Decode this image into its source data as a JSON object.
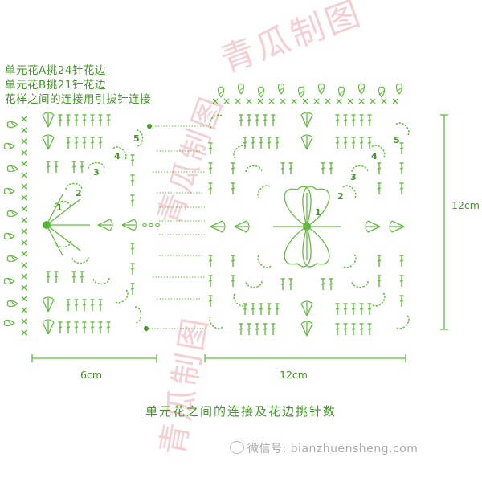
{
  "legend": [
    "单元花A挑24针花边",
    "单元花B挑21针花边",
    "花样之间的连接用引拔针连接"
  ],
  "round_labels": {
    "left": [
      "1",
      "2",
      "3",
      "4",
      "5"
    ],
    "right": [
      "1",
      "2",
      "3",
      "4",
      "5"
    ]
  },
  "dimensions": {
    "bottom_left": "6cm",
    "bottom_right": "12cm",
    "right_side": "12cm"
  },
  "caption": "单元花之间的连接及花边挑针数",
  "watermark": {
    "top": "青瓜制图",
    "middle": "青瓜制图",
    "bottom": "青瓜制图"
  },
  "brand": "微信号: bianzhuensheng.com",
  "colors": {
    "stitch": "#5fbf3a",
    "text": "#3f9a22",
    "watermark": "#dc505a",
    "dimension": "#5fbf3a"
  }
}
